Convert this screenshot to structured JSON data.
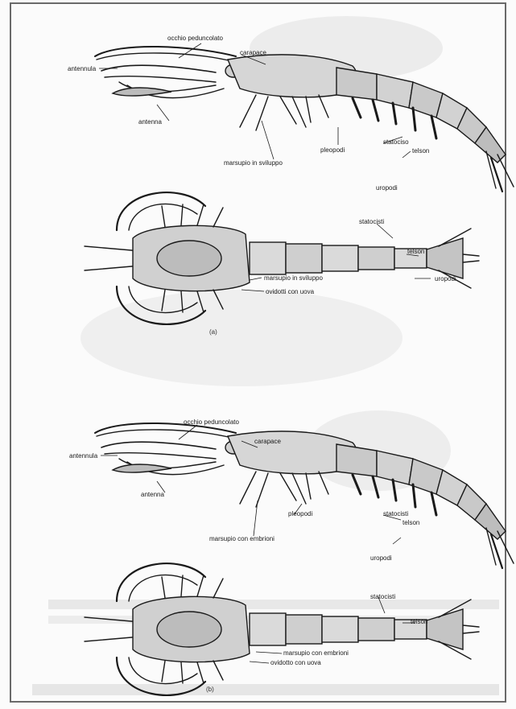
{
  "figure_a": {
    "lateral": {
      "occhio": "occhio peduncolato",
      "antennula": "antennula",
      "carapace": "carapace",
      "antenna": "antenna",
      "statociso": "statociso",
      "telson": "telson",
      "pleopodi": "pleopodi",
      "marsupio": "marsupio in sviluppo",
      "uropodi": "uropodi"
    },
    "dorsal": {
      "statocisti": "statocisti",
      "telson": "telson",
      "uropodi": "uropodi",
      "marsupio": "marsupio in sviluppo",
      "ovidotti": "ovidotti con uova"
    },
    "caption": "(a)"
  },
  "figure_b": {
    "lateral": {
      "occhio": "occhio peduncolato",
      "antennula": "antennula",
      "carapace": "carapace",
      "antenna": "antenna",
      "statocisti": "statocisti",
      "pleopodi": "pleopodi",
      "telson": "telson",
      "marsupio": "marsupio con embrioni",
      "uropodi": "uropodi"
    },
    "dorsal": {
      "statocisti": "statocisti",
      "telson": "telson",
      "marsupio": "marsupio con embrioni",
      "ovidotto": "ovidotto con uova"
    },
    "caption": "(b)"
  },
  "colors": {
    "ink": "#1a1a1a",
    "frame": "#6a6a6a",
    "ghost": "#e4e4e4",
    "background": "#fbfbfb"
  }
}
